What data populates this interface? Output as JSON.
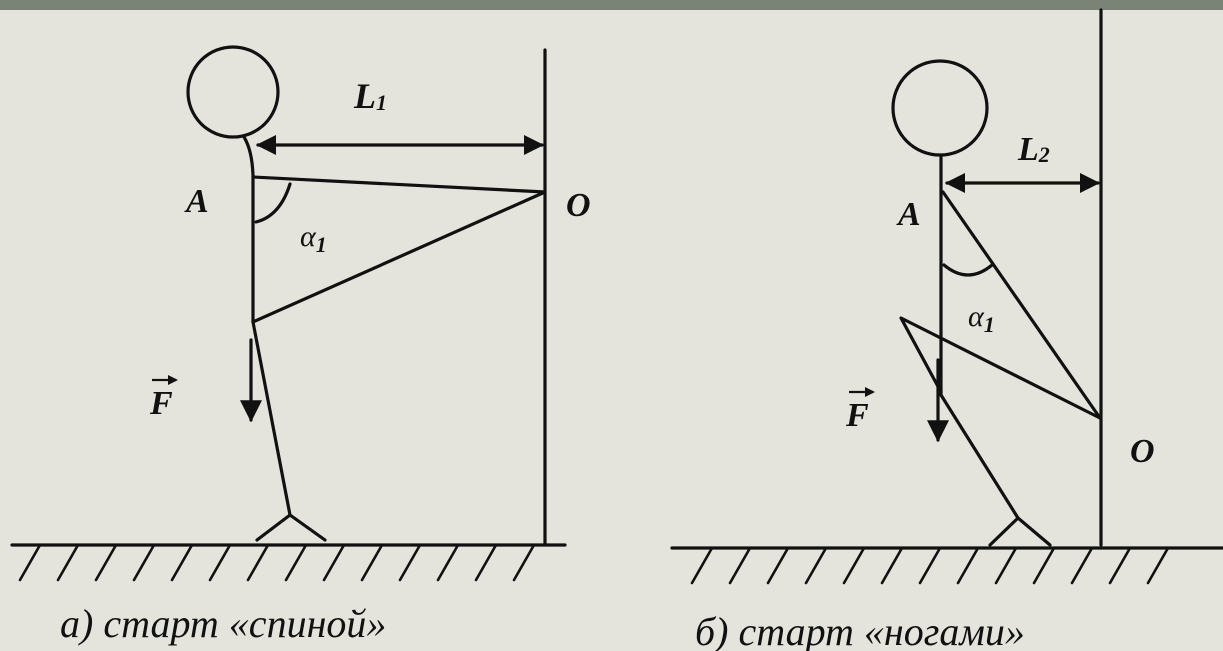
{
  "colors": {
    "background": "#e4e4dd",
    "top_band": "#7b8377",
    "ink": "#111111"
  },
  "left_figure": {
    "point_a": "A",
    "point_o": "O",
    "lever": {
      "letter": "L",
      "index": "1"
    },
    "angle": {
      "symbol": "α",
      "index": "1"
    },
    "force": "F",
    "caption": "а) старт «спиной»"
  },
  "right_figure": {
    "point_a": "A",
    "point_o": "O",
    "lever": {
      "letter": "L",
      "index": "2"
    },
    "angle": {
      "symbol": "α",
      "index": "1"
    },
    "force": "F",
    "caption": "б) старт «ногами»"
  }
}
